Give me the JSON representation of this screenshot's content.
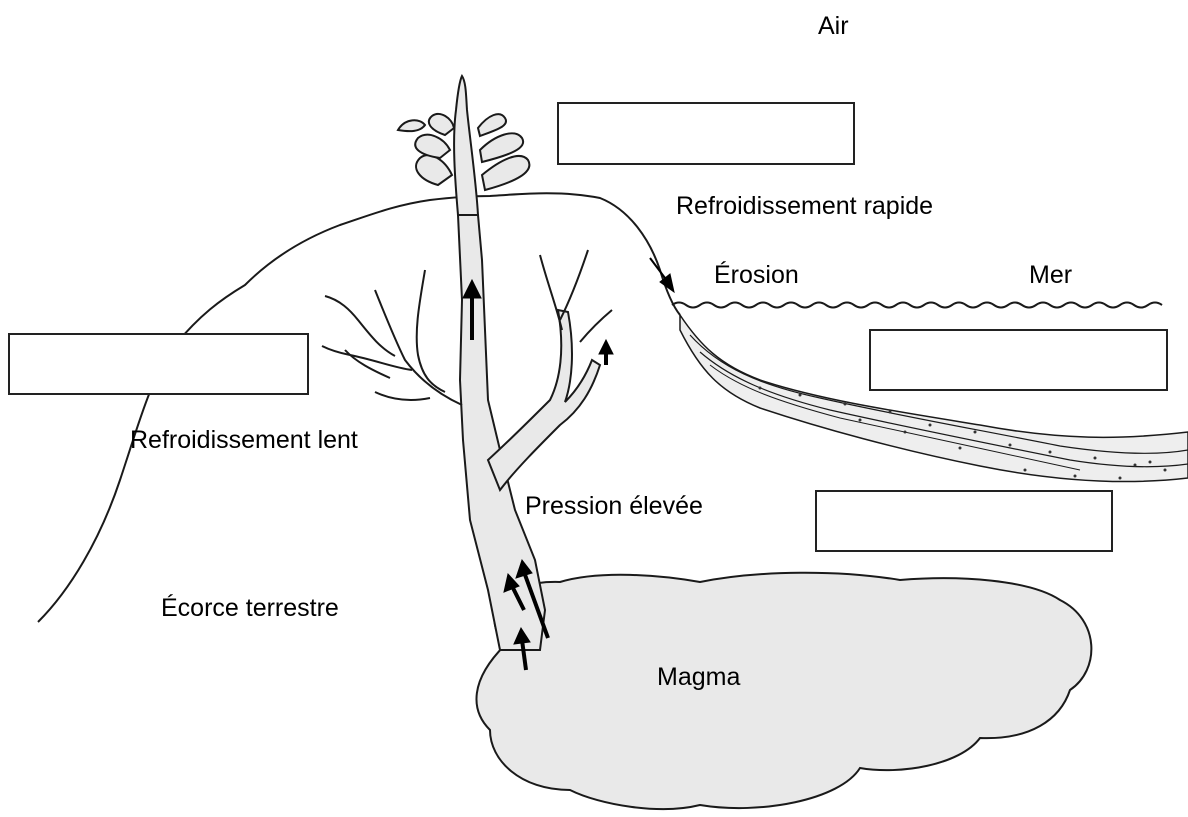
{
  "labels": {
    "air": "Air",
    "rapid_cooling": "Refroidissement rapide",
    "erosion": "Érosion",
    "sea": "Mer",
    "slow_cooling": "Refroidissement lent",
    "high_pressure": "Pression élevée",
    "earth_crust": "Écorce terrestre",
    "magma": "Magma"
  },
  "colors": {
    "line": "#1a1a1a",
    "fill": "#e9e9e9",
    "box_border": "#222222"
  },
  "answer_boxes": [
    "",
    "",
    "",
    ""
  ]
}
